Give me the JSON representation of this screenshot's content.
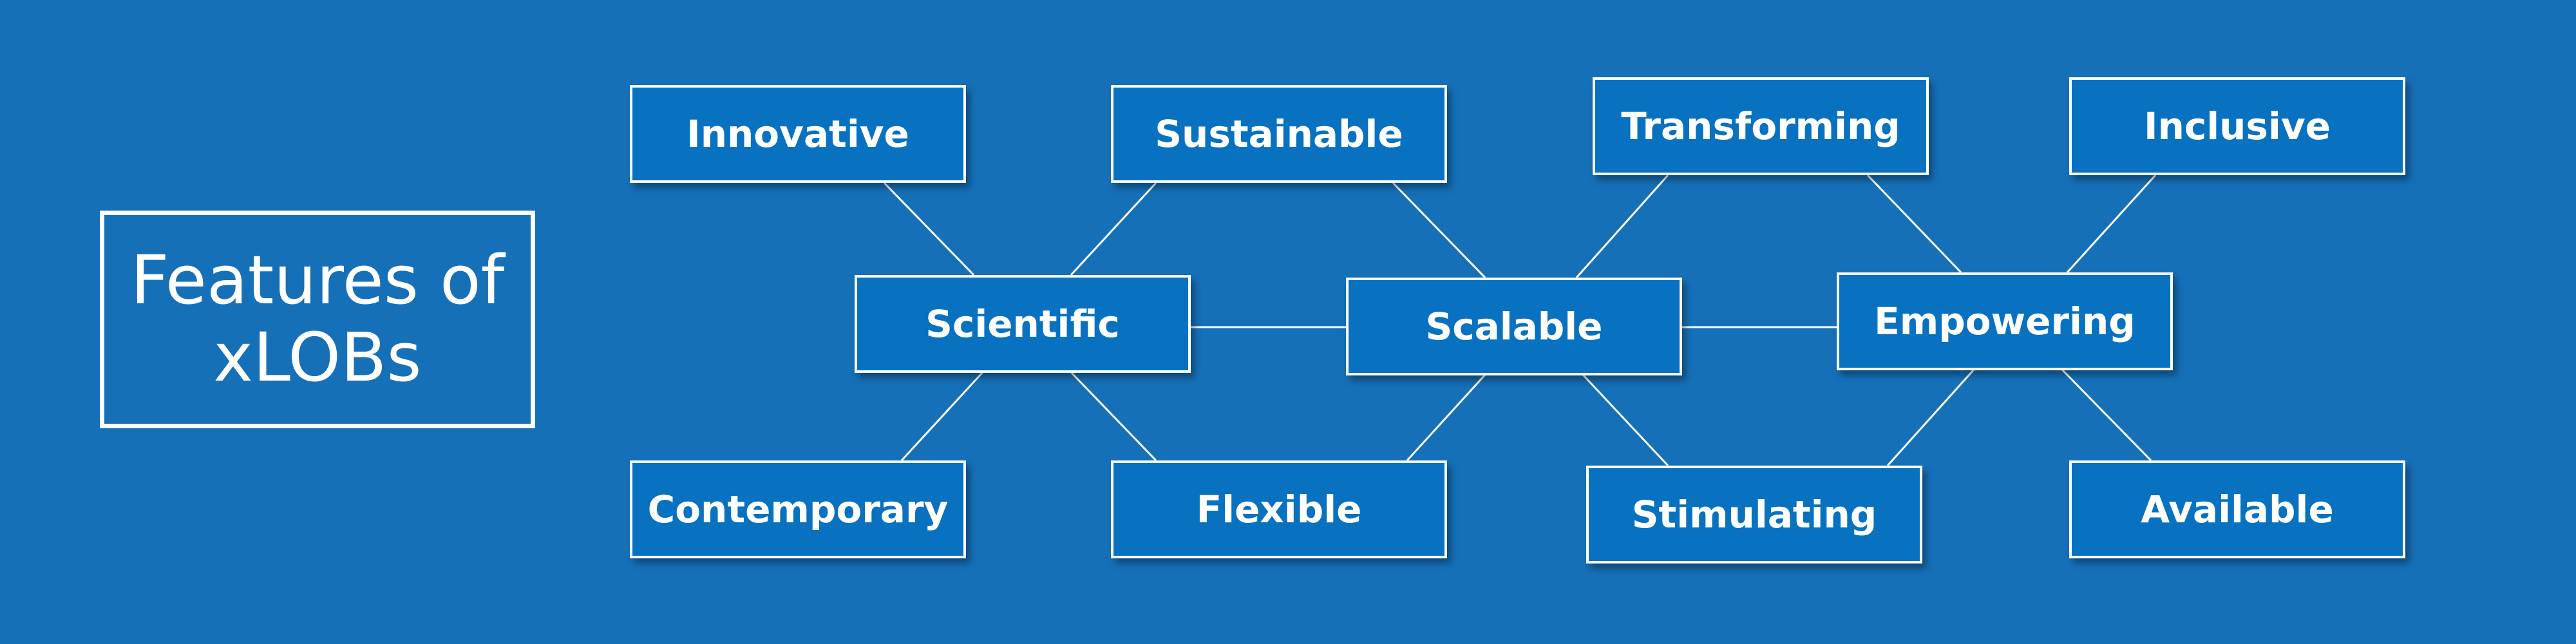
{
  "diagram": {
    "title": "Features of\nxLOBs",
    "colors": {
      "background": "#1670b8",
      "node_fill": "#0872c0",
      "stroke": "#ffffff",
      "text": "#ffffff"
    },
    "nodes": {
      "innovative": "Innovative",
      "sustainable": "Sustainable",
      "transforming": "Transforming",
      "inclusive": "Inclusive",
      "scientific": "Scientific",
      "scalable": "Scalable",
      "empowering": "Empowering",
      "contemporary": "Contemporary",
      "flexible": "Flexible",
      "stimulating": "Stimulating",
      "available": "Available"
    },
    "connections": [
      [
        "innovative",
        "scientific"
      ],
      [
        "sustainable",
        "scientific"
      ],
      [
        "contemporary",
        "scientific"
      ],
      [
        "flexible",
        "scientific"
      ],
      [
        "scientific",
        "scalable"
      ],
      [
        "sustainable",
        "scalable"
      ],
      [
        "transforming",
        "scalable"
      ],
      [
        "flexible",
        "scalable"
      ],
      [
        "stimulating",
        "scalable"
      ],
      [
        "scalable",
        "empowering"
      ],
      [
        "transforming",
        "empowering"
      ],
      [
        "inclusive",
        "empowering"
      ],
      [
        "stimulating",
        "empowering"
      ],
      [
        "available",
        "empowering"
      ]
    ]
  }
}
